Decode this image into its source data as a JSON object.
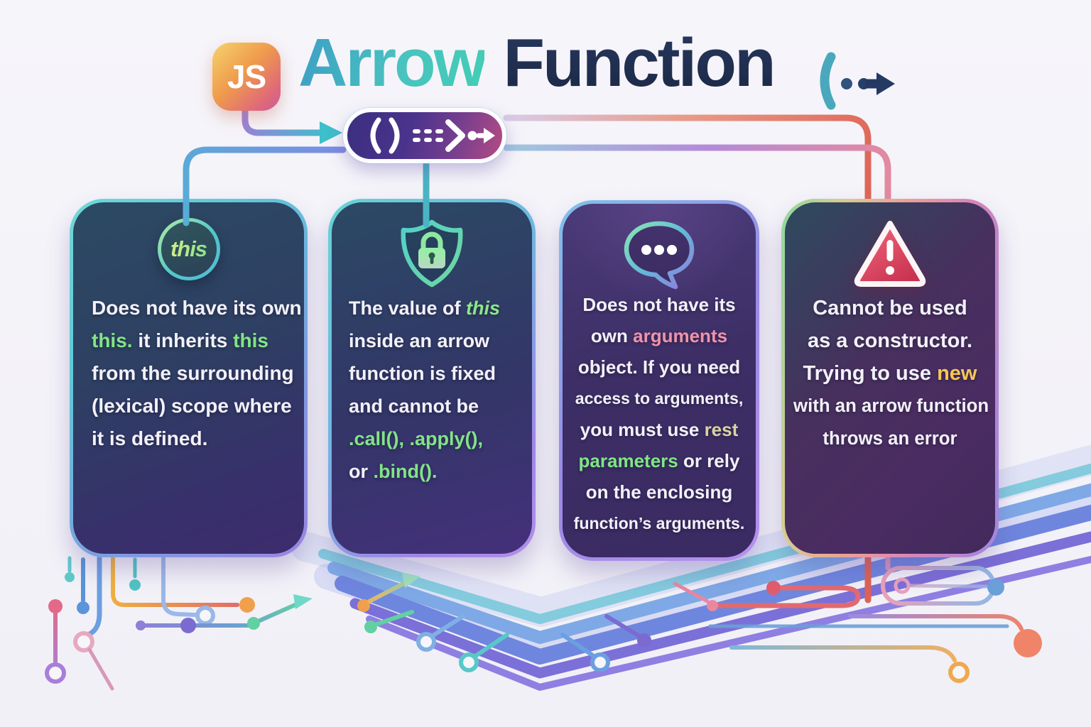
{
  "header": {
    "logo_text": "JS",
    "title": {
      "accent_word": "Arrow",
      "main_word": "Function"
    }
  },
  "icons": {
    "js-logo": "JS",
    "title-arrow-icon": "(••→",
    "badge-parens-icon": "( )",
    "badge-dashes-icon": "≡≡",
    "badge-chevron-icon": ">",
    "badge-arrow-icon": "•→",
    "this-circle-icon": "this",
    "shield-lock-icon": "shield with padlock",
    "speech-dots-icon": "speech bubble with three dots",
    "warning-icon": "warning triangle with exclamation mark"
  },
  "colors": {
    "accent_teal": "#45c4c9",
    "navy": "#202e52",
    "green": "#81e585",
    "pink": "#f292aa",
    "yellow": "#f6c654",
    "cream": "#dbd2a6",
    "badge_purple": "#4a338c",
    "badge_magenta": "#b44b82",
    "warning_red": "#e04a62"
  },
  "cards": [
    {
      "name": "this-binding-card",
      "icon_text": "this",
      "lines": [
        {
          "segs": [
            {
              "t": "Does not have its own",
              "c": "w"
            }
          ]
        },
        {
          "segs": [
            {
              "t": "this.",
              "c": "g"
            },
            {
              "t": " it inherits ",
              "c": "w"
            },
            {
              "t": "this",
              "c": "g"
            }
          ]
        },
        {
          "segs": [
            {
              "t": "from the surrounding",
              "c": "w"
            }
          ]
        },
        {
          "segs": [
            {
              "t": "(lexical) scope where",
              "c": "w"
            }
          ]
        },
        {
          "segs": [
            {
              "t": "it is defined.",
              "c": "w"
            }
          ]
        }
      ]
    },
    {
      "name": "fixed-this-card",
      "lines": [
        {
          "segs": [
            {
              "t": "The value of ",
              "c": "w"
            },
            {
              "t": "this",
              "c": "gi"
            }
          ]
        },
        {
          "segs": [
            {
              "t": "inside an arrow",
              "c": "w"
            }
          ]
        },
        {
          "segs": [
            {
              "t": "function is fixed",
              "c": "w"
            }
          ]
        },
        {
          "segs": [
            {
              "t": "and cannot be",
              "c": "w"
            }
          ]
        },
        {
          "segs": [
            {
              "t": ".call(), .apply(),",
              "c": "g"
            }
          ]
        },
        {
          "segs": [
            {
              "t": "or ",
              "c": "w"
            },
            {
              "t": ".bind().",
              "c": "g"
            }
          ]
        }
      ]
    },
    {
      "name": "no-arguments-card",
      "lines": [
        {
          "segs": [
            {
              "t": "Does not have its",
              "c": "w"
            }
          ]
        },
        {
          "segs": [
            {
              "t": "own ",
              "c": "w"
            },
            {
              "t": "arguments",
              "c": "p"
            }
          ]
        },
        {
          "segs": [
            {
              "t": "object. If you need",
              "c": "w"
            }
          ]
        },
        {
          "segs": [
            {
              "t": "access to arguments,",
              "c": "w"
            }
          ],
          "small": true
        },
        {
          "segs": [
            {
              "t": "you must use ",
              "c": "w"
            },
            {
              "t": "rest",
              "c": "cr"
            }
          ]
        },
        {
          "segs": [
            {
              "t": "parameters",
              "c": "g"
            },
            {
              "t": " or rely",
              "c": "w"
            }
          ]
        },
        {
          "segs": [
            {
              "t": "on the enclosing",
              "c": "w"
            }
          ]
        },
        {
          "segs": [
            {
              "t": "function’s arguments.",
              "c": "w"
            }
          ],
          "small": true
        }
      ]
    },
    {
      "name": "no-constructor-card",
      "lines": [
        {
          "segs": [
            {
              "t": "Cannot be used",
              "c": "w"
            }
          ]
        },
        {
          "segs": [
            {
              "t": "as a constructor.",
              "c": "w"
            }
          ]
        },
        {
          "segs": [
            {
              "t": "Trying to use ",
              "c": "w"
            },
            {
              "t": "new",
              "c": "y"
            }
          ]
        },
        {
          "segs": [
            {
              "t": "with an arrow function",
              "c": "w"
            }
          ],
          "small": true
        },
        {
          "segs": [
            {
              "t": "throws an error",
              "c": "w"
            }
          ],
          "small": true
        }
      ]
    }
  ]
}
